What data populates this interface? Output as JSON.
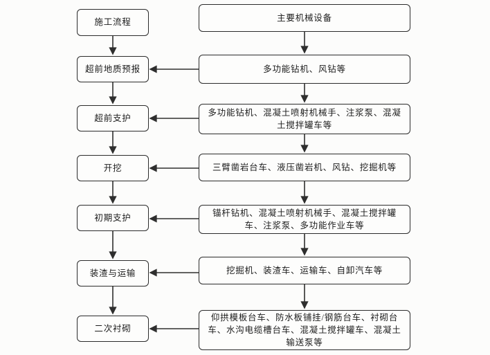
{
  "page": {
    "background_color": "#fcfcfb",
    "line_color": "#2e2e2e",
    "box_border_color": "#2b2b2b"
  },
  "flowchart": {
    "left_header": {
      "label": "施工流程"
    },
    "right_header": {
      "label": "主要机械设备"
    },
    "rows": [
      {
        "step": "超前地质预报",
        "equipment": "多功能钻机、风钻等"
      },
      {
        "step": "超前支护",
        "equipment": "多功能钻机、混凝土喷射机械手、注浆泵、混凝土搅拌罐车等"
      },
      {
        "step": "开挖",
        "equipment": "三臂凿岩台车、液压凿岩机、风钻、挖掘机等"
      },
      {
        "step": "初期支护",
        "equipment": "锚杆钻机、混凝土喷射机械手、混凝土搅拌罐车、注浆泵、多功能作业车等"
      },
      {
        "step": "装渣与运输",
        "equipment": "挖掘机、装渣车、运输车、自卸汽车等"
      },
      {
        "step": "二次衬砌",
        "equipment": "仰拱模板台车、防水板铺挂/钢筋台车、衬砌台车、水沟电缆槽台车、混凝土搅拌罐车、混凝土输送泵等"
      }
    ]
  }
}
